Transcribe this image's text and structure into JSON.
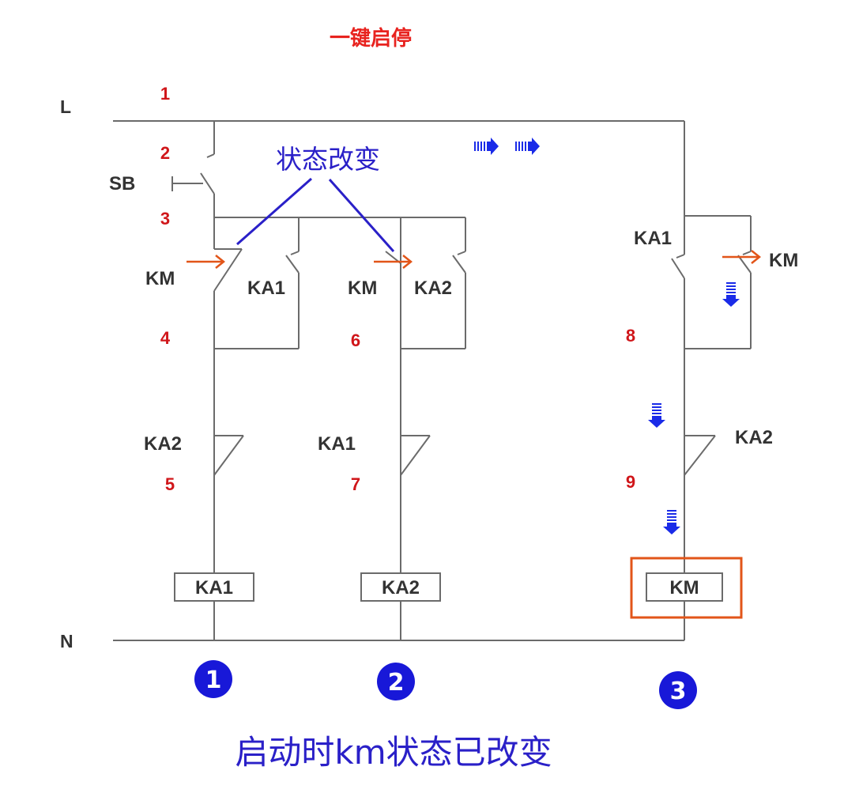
{
  "title": "一键启停",
  "rails": {
    "line": "L",
    "neutral": "N"
  },
  "nodes": [
    "1",
    "2",
    "3",
    "4",
    "5",
    "6",
    "7",
    "8",
    "9"
  ],
  "components": {
    "pushbutton": "SB",
    "branch1": {
      "no_contact_a": "KM",
      "no_contact_b": "KA1",
      "nc_contact": "KA2",
      "coil": "KA1"
    },
    "branch2": {
      "nc_contact_a": "KM",
      "no_contact_b": "KA2",
      "nc_contact": "KA1",
      "coil": "KA2"
    },
    "branch3": {
      "no_contact_a": "KA1",
      "no_contact_b": "KM",
      "nc_contact": "KA2",
      "coil": "KM"
    }
  },
  "annotation": "状态改变",
  "badges": [
    "1",
    "2",
    "3"
  ],
  "caption": "启动时km状态已改变",
  "colors": {
    "title_red": "#e8231f",
    "node_red": "#d0161a",
    "annotation_blue": "#2a20c8",
    "arrow_blue": "#1a2be8",
    "highlight_orange": "#e25519",
    "wire_gray": "#6b6b6b",
    "label_dark": "#333333",
    "badge_blue": "#1818d8"
  }
}
